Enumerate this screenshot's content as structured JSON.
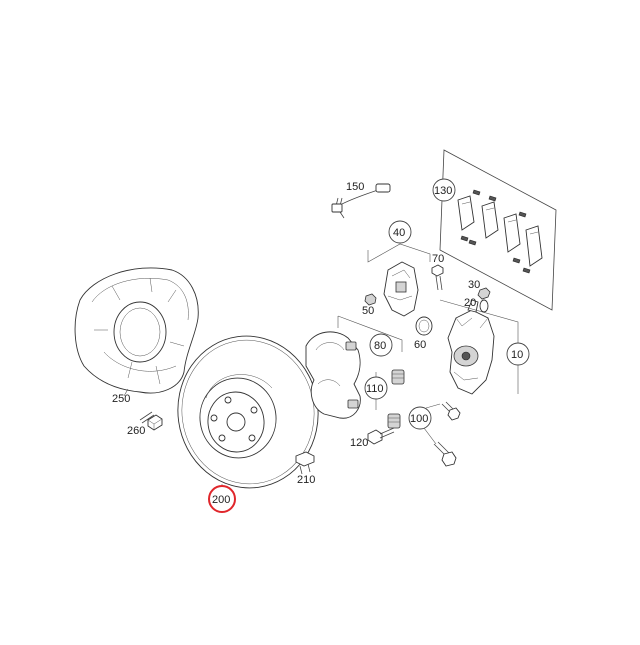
{
  "colors": {
    "highlight": "#e0262b",
    "line": "#444444",
    "background": "#ffffff"
  },
  "labels": {
    "p10": "10",
    "p20": "20",
    "p30": "30",
    "p40": "40",
    "p50": "50",
    "p60": "60",
    "p70": "70",
    "p80": "80",
    "p100": "100",
    "p110": "110",
    "p120": "120",
    "p130": "130",
    "p150": "150",
    "p200": "200",
    "p210": "210",
    "p250": "250",
    "p260": "260"
  },
  "highlighted_part": "200"
}
